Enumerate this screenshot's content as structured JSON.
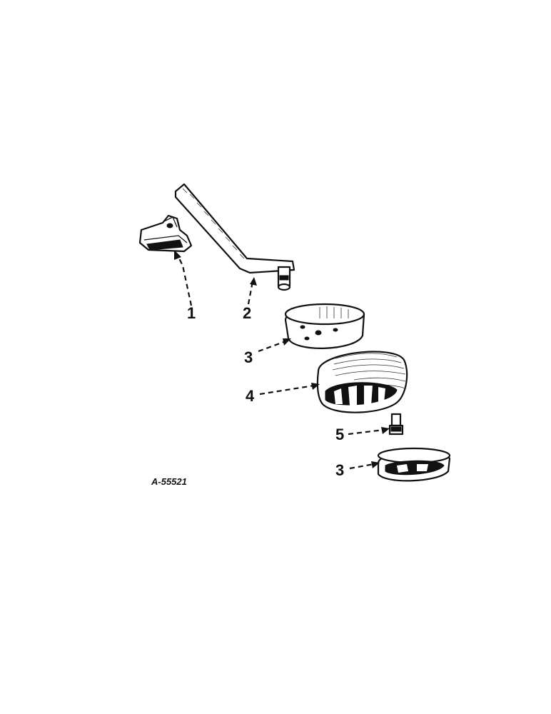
{
  "figure": {
    "id": "A-55521"
  },
  "callouts": [
    {
      "part": "bracket-clamp",
      "label": "1"
    },
    {
      "part": "axle-arm",
      "label": "2"
    },
    {
      "part": "wheel-half-upper",
      "label": "3"
    },
    {
      "part": "tire",
      "label": "4"
    },
    {
      "part": "valve-fitting",
      "label": "5"
    },
    {
      "part": "wheel-half-lower",
      "label": "3"
    }
  ],
  "colors": {
    "ink": "#111111",
    "paper": "#ffffff"
  }
}
